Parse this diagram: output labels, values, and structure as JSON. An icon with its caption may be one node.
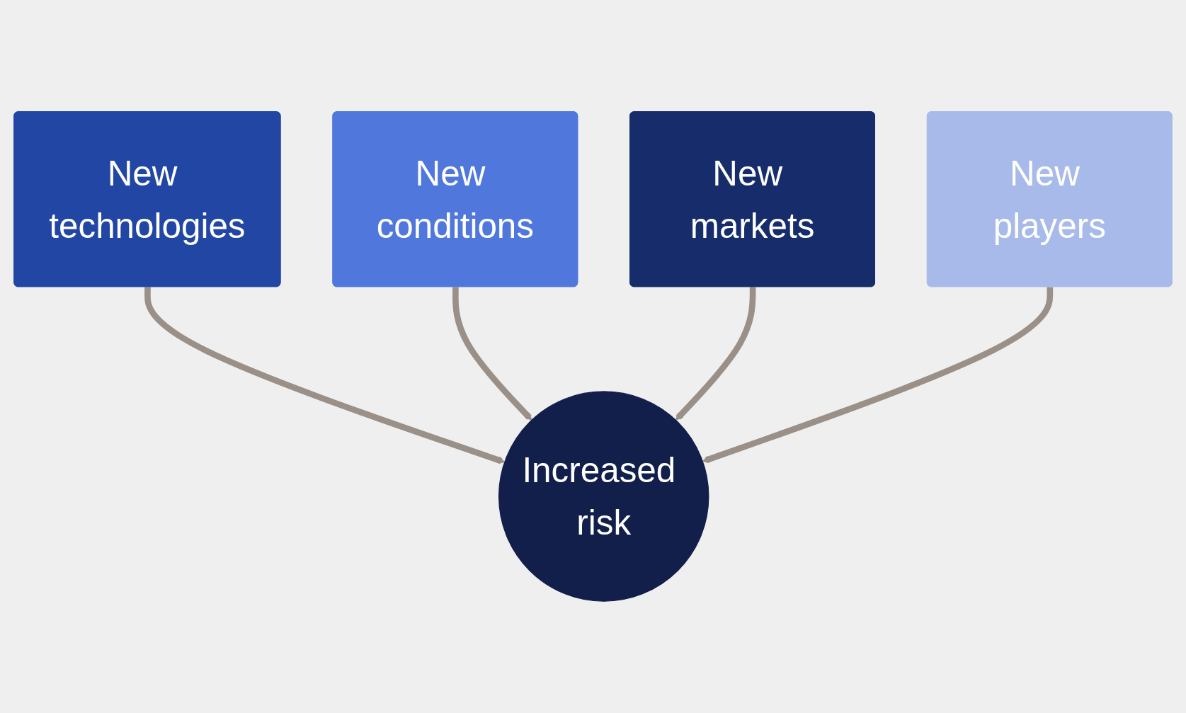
{
  "diagram": {
    "nodes": [
      {
        "text": [
          "New technologies"
        ]
      },
      {
        "text": [
          "New conditions"
        ]
      },
      {
        "text": [
          "New markets"
        ]
      },
      {
        "text": [
          "New players"
        ]
      },
      {
        "text": [
          "Increased risk"
        ]
      }
    ],
    "edges": [
      {
        "from": 0,
        "to": 4,
        "arrow": "to"
      },
      {
        "from": 1,
        "to": 4,
        "arrow": "to"
      },
      {
        "from": 2,
        "to": 4,
        "arrow": "to"
      },
      {
        "from": 3,
        "to": 4,
        "arrow": "to"
      }
    ]
  }
}
